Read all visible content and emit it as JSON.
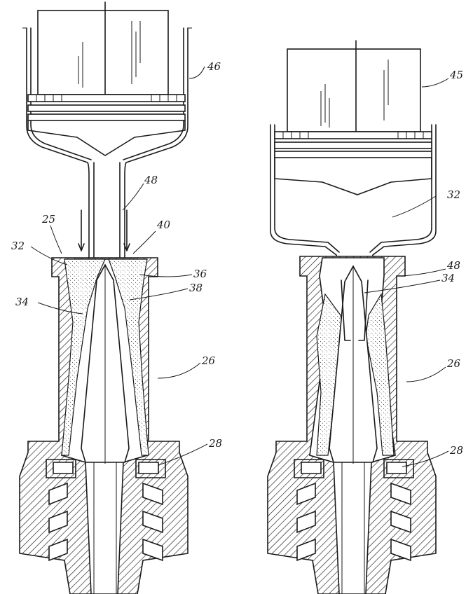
{
  "left_view": {
    "labels": {
      "syringe": "46",
      "nozzle": "48",
      "top": "25",
      "outlet": "40",
      "plug": "32",
      "channel": "36",
      "wall": "38",
      "chamber": "34",
      "bore": "26",
      "luer": "28"
    }
  },
  "right_view": {
    "labels": {
      "syringe": "45",
      "plug": "32",
      "nozzle": "48",
      "chamber": "34",
      "bore": "26",
      "luer": "28"
    }
  }
}
